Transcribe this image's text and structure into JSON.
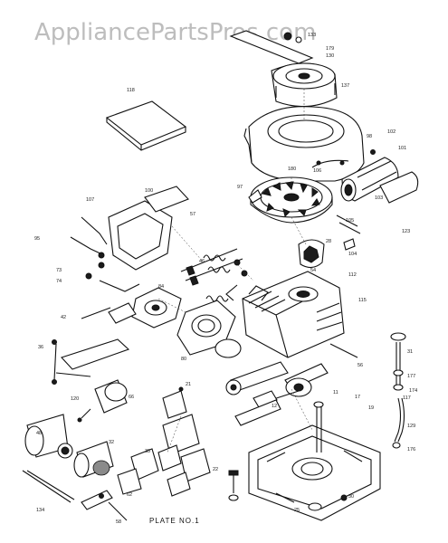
{
  "watermark": "AppliancePartsPros.com",
  "plate_label": "PLATE NO.1",
  "part_labels": [
    "133",
    "179",
    "130",
    "137",
    "118",
    "98",
    "102",
    "101",
    "103",
    "97",
    "180",
    "106",
    "105",
    "28",
    "104",
    "54",
    "112",
    "115",
    "31",
    "177",
    "174",
    "117",
    "129",
    "176",
    "123",
    "107",
    "100",
    "95",
    "57",
    "73",
    "74",
    "84",
    "80",
    "42",
    "36",
    "48",
    "46",
    "21",
    "12",
    "11",
    "120",
    "134",
    "30",
    "25",
    "22",
    "17",
    "19",
    "32",
    "33",
    "66",
    "58",
    "62",
    "56"
  ]
}
